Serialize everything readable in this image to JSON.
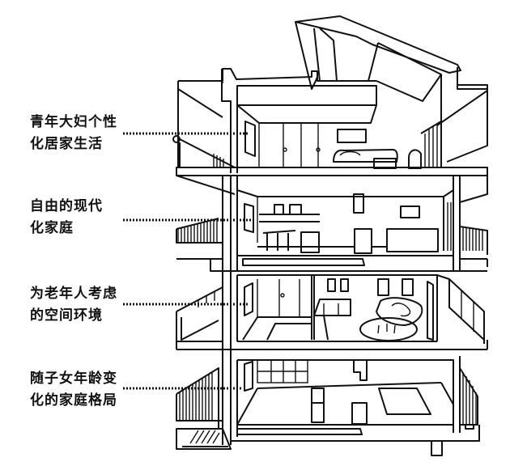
{
  "diagram": {
    "type": "architectural cross-section",
    "subject": "four-storey house section",
    "annotations": [
      {
        "floor": "top",
        "lines": [
          "青年大妇个性",
          "化居家生活"
        ]
      },
      {
        "floor": "third",
        "lines": [
          "自由的现代",
          "化家庭"
        ]
      },
      {
        "floor": "second",
        "lines": [
          "为老年人考虑",
          "的空间环境"
        ]
      },
      {
        "floor": "ground",
        "lines": [
          "随子女年龄变",
          "化的家庭格局"
        ]
      }
    ],
    "colors": {
      "line": "#111111",
      "background": "#ffffff"
    }
  }
}
